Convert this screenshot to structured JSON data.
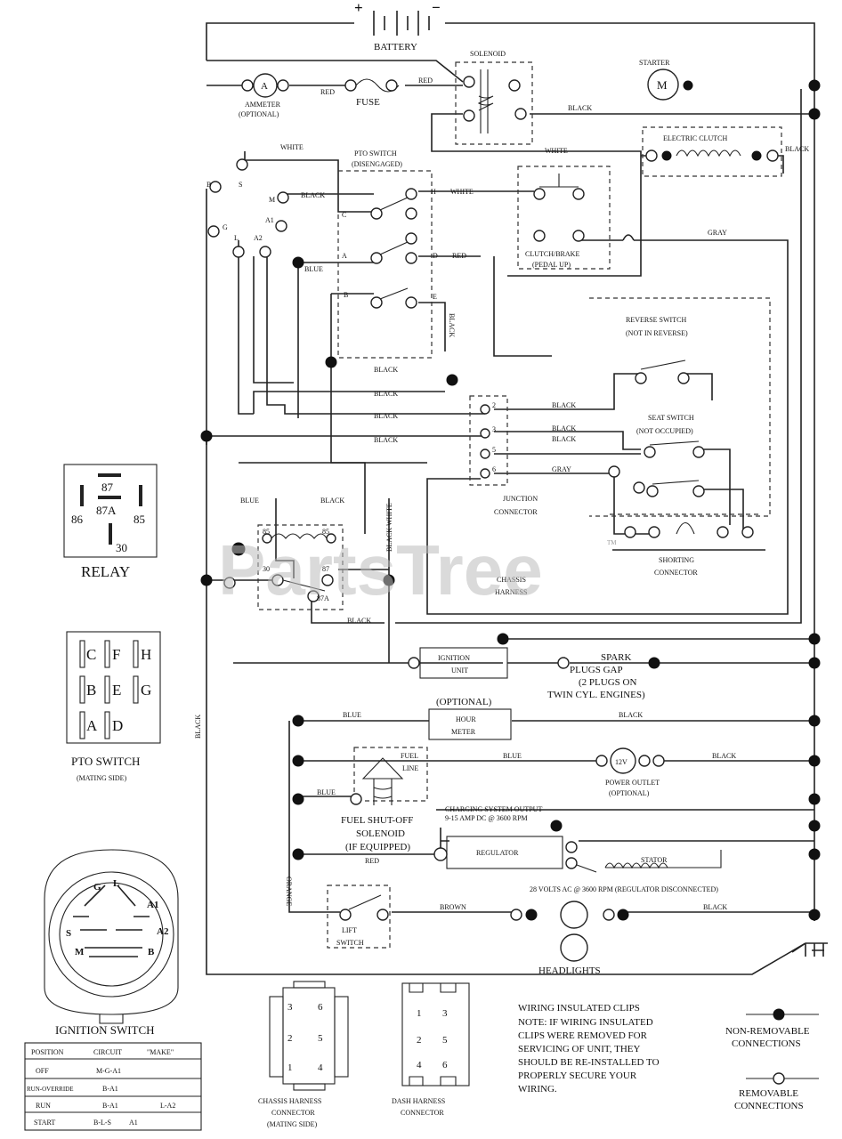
{
  "watermark": "PartsTree",
  "watermark_tm": "TM",
  "components": {
    "battery": "BATTERY",
    "battery_plus": "+",
    "battery_minus": "−",
    "solenoid": "SOLENOID",
    "starter": "STARTER",
    "starter_m": "M",
    "ammeter": "AMMETER",
    "ammeter_opt": "(OPTIONAL)",
    "ammeter_a": "A",
    "fuse": "FUSE",
    "pto_switch": "PTO SWITCH",
    "pto_switch_state": "(DISENGAGED)",
    "clutch_brake": "CLUTCH/BRAKE",
    "clutch_brake_state": "(PEDAL UP)",
    "electric_clutch": "ELECTRIC CLUTCH",
    "reverse_switch": "REVERSE SWITCH",
    "reverse_switch_state": "(NOT IN REVERSE)",
    "seat_switch": "SEAT SWITCH",
    "seat_switch_state": "(NOT OCCUPIED)",
    "junction": "JUNCTION",
    "connector": "CONNECTOR",
    "chassis": "CHASSIS",
    "harness": "HARNESS",
    "shorting": "SHORTING",
    "shorting_connector": "CONNECTOR",
    "ignition_unit_1": "IGNITION",
    "ignition_unit_2": "UNIT",
    "spark_1": "SPARK",
    "spark_2": "PLUGS GAP",
    "spark_3": "(2 PLUGS ON",
    "spark_4": "TWIN CYL. ENGINES)",
    "hour_meter_opt": "(OPTIONAL)",
    "hour_meter_1": "HOUR",
    "hour_meter_2": "METER",
    "fuel_line_1": "FUEL",
    "fuel_line_2": "LINE",
    "power_outlet_v": "12V",
    "power_outlet_1": "POWER OUTLET",
    "power_outlet_2": "(OPTIONAL)",
    "fuel_solenoid_1": "FUEL SHUT-OFF",
    "fuel_solenoid_2": "SOLENOID",
    "fuel_solenoid_3": "(IF EQUIPPED)",
    "charging_1": "CHARGING SYSTEM OUTPUT",
    "charging_2": "9-15 AMP DC @ 3600 RPM",
    "regulator": "REGULATOR",
    "stator": "STATOR",
    "stator_note": "28 VOLTS AC @ 3600 RPM (REGULATOR DISCONNECTED)",
    "lift_switch_1": "LIFT",
    "lift_switch_2": "SWITCH",
    "headlights": "HEADLIGHTS"
  },
  "terminals": {
    "pto": [
      "H",
      "C",
      "A",
      "B",
      "F",
      "E",
      "D"
    ],
    "ign": [
      "S",
      "M",
      "A1",
      "L",
      "G",
      "A2",
      "B"
    ],
    "relay_inner": [
      "85",
      "86",
      "30",
      "87",
      "87A"
    ]
  },
  "wires": {
    "white": "WHITE",
    "black": "BLACK",
    "blue": "BLUE",
    "red": "RED",
    "gray": "GRAY",
    "brown": "BROWN",
    "orange": "ORANGE",
    "black_white": "BLACK WHITE"
  },
  "junction_pins": [
    "2",
    "3",
    "5",
    "6"
  ],
  "relay": {
    "title": "RELAY",
    "pins": [
      "87",
      "87A",
      "86",
      "85",
      "30"
    ]
  },
  "pto_mating": {
    "title": "PTO SWITCH",
    "subtitle": "(MATING SIDE)",
    "cells": [
      "C",
      "F",
      "H",
      "B",
      "E",
      "G",
      "A",
      "D"
    ]
  },
  "ignition_switch": {
    "title": "IGNITION SWITCH",
    "terminals": [
      "G",
      "L",
      "A1",
      "S",
      "A2",
      "M",
      "B"
    ],
    "table": {
      "headers": [
        "POSITION",
        "CIRCUIT",
        "\"MAKE\""
      ],
      "rows": [
        [
          "OFF",
          "M-G-A1",
          ""
        ],
        [
          "RUN-OVERRIDE",
          "B-A1",
          ""
        ],
        [
          "RUN",
          "B-A1",
          "L-A2"
        ],
        [
          "START",
          "B-L-S",
          "A1"
        ]
      ]
    }
  },
  "chassis_connector": {
    "title_1": "CHASSIS HARNESS",
    "title_2": "CONNECTOR",
    "title_3": "(MATING SIDE)",
    "pins": [
      "3",
      "6",
      "2",
      "5",
      "1",
      "4"
    ]
  },
  "dash_connector": {
    "title_1": "DASH HARNESS",
    "title_2": "CONNECTOR",
    "pins": [
      "1",
      "3",
      "2",
      "5",
      "4",
      "6"
    ]
  },
  "notes": {
    "clips_title": "WIRING INSULATED CLIPS",
    "clips_1": "NOTE: IF WIRING INSULATED",
    "clips_2": "CLIPS WERE REMOVED FOR",
    "clips_3": "SERVICING OF UNIT, THEY",
    "clips_4": "SHOULD BE RE-INSTALLED TO",
    "clips_5": "PROPERLY SECURE YOUR",
    "clips_6": "WIRING."
  },
  "legend": {
    "non_removable_1": "NON-REMOVABLE",
    "non_removable_2": "CONNECTIONS",
    "removable_1": "REMOVABLE",
    "removable_2": "CONNECTIONS"
  }
}
